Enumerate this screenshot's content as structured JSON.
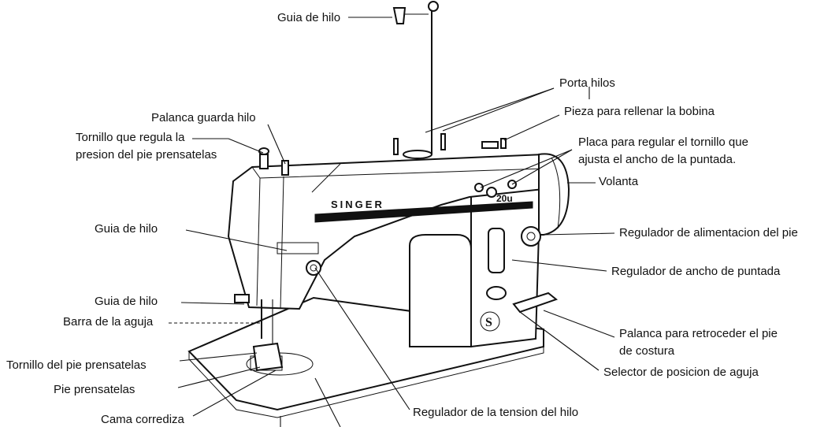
{
  "labels": {
    "guia_hilo_top": "Guia de hilo",
    "porta_hilos": "Porta hilos",
    "pieza_bobina": "Pieza para rellenar la bobina",
    "palanca_guarda": "Palanca guarda hilo",
    "tornillo_presion_1": "Tornillo que regula la",
    "tornillo_presion_2": "presion del pie prensatelas",
    "placa_1": "Placa para regular el tornillo que",
    "placa_2": "ajusta el ancho de la puntada.",
    "volanta": "Volanta",
    "guia_hilo_mid": "Guia de hilo",
    "reg_alimentacion": "Regulador de alimentacion del pie",
    "reg_ancho": "Regulador de ancho de puntada",
    "guia_hilo_low": "Guia de hilo",
    "barra_aguja": "Barra de la aguja",
    "palanca_retroceder_1": "Palanca para retroceder el pie",
    "palanca_retroceder_2": "de costura",
    "tornillo_pie": "Tornillo del pie prensatelas",
    "selector_aguja": "Selector de posicion de aguja",
    "pie_prensatelas": "Pie prensatelas",
    "reg_tension": "Regulador de la tension del hilo",
    "cama_corrediza": "Cama corrediza"
  },
  "machine": {
    "brand": "SINGER",
    "model": "20u"
  }
}
